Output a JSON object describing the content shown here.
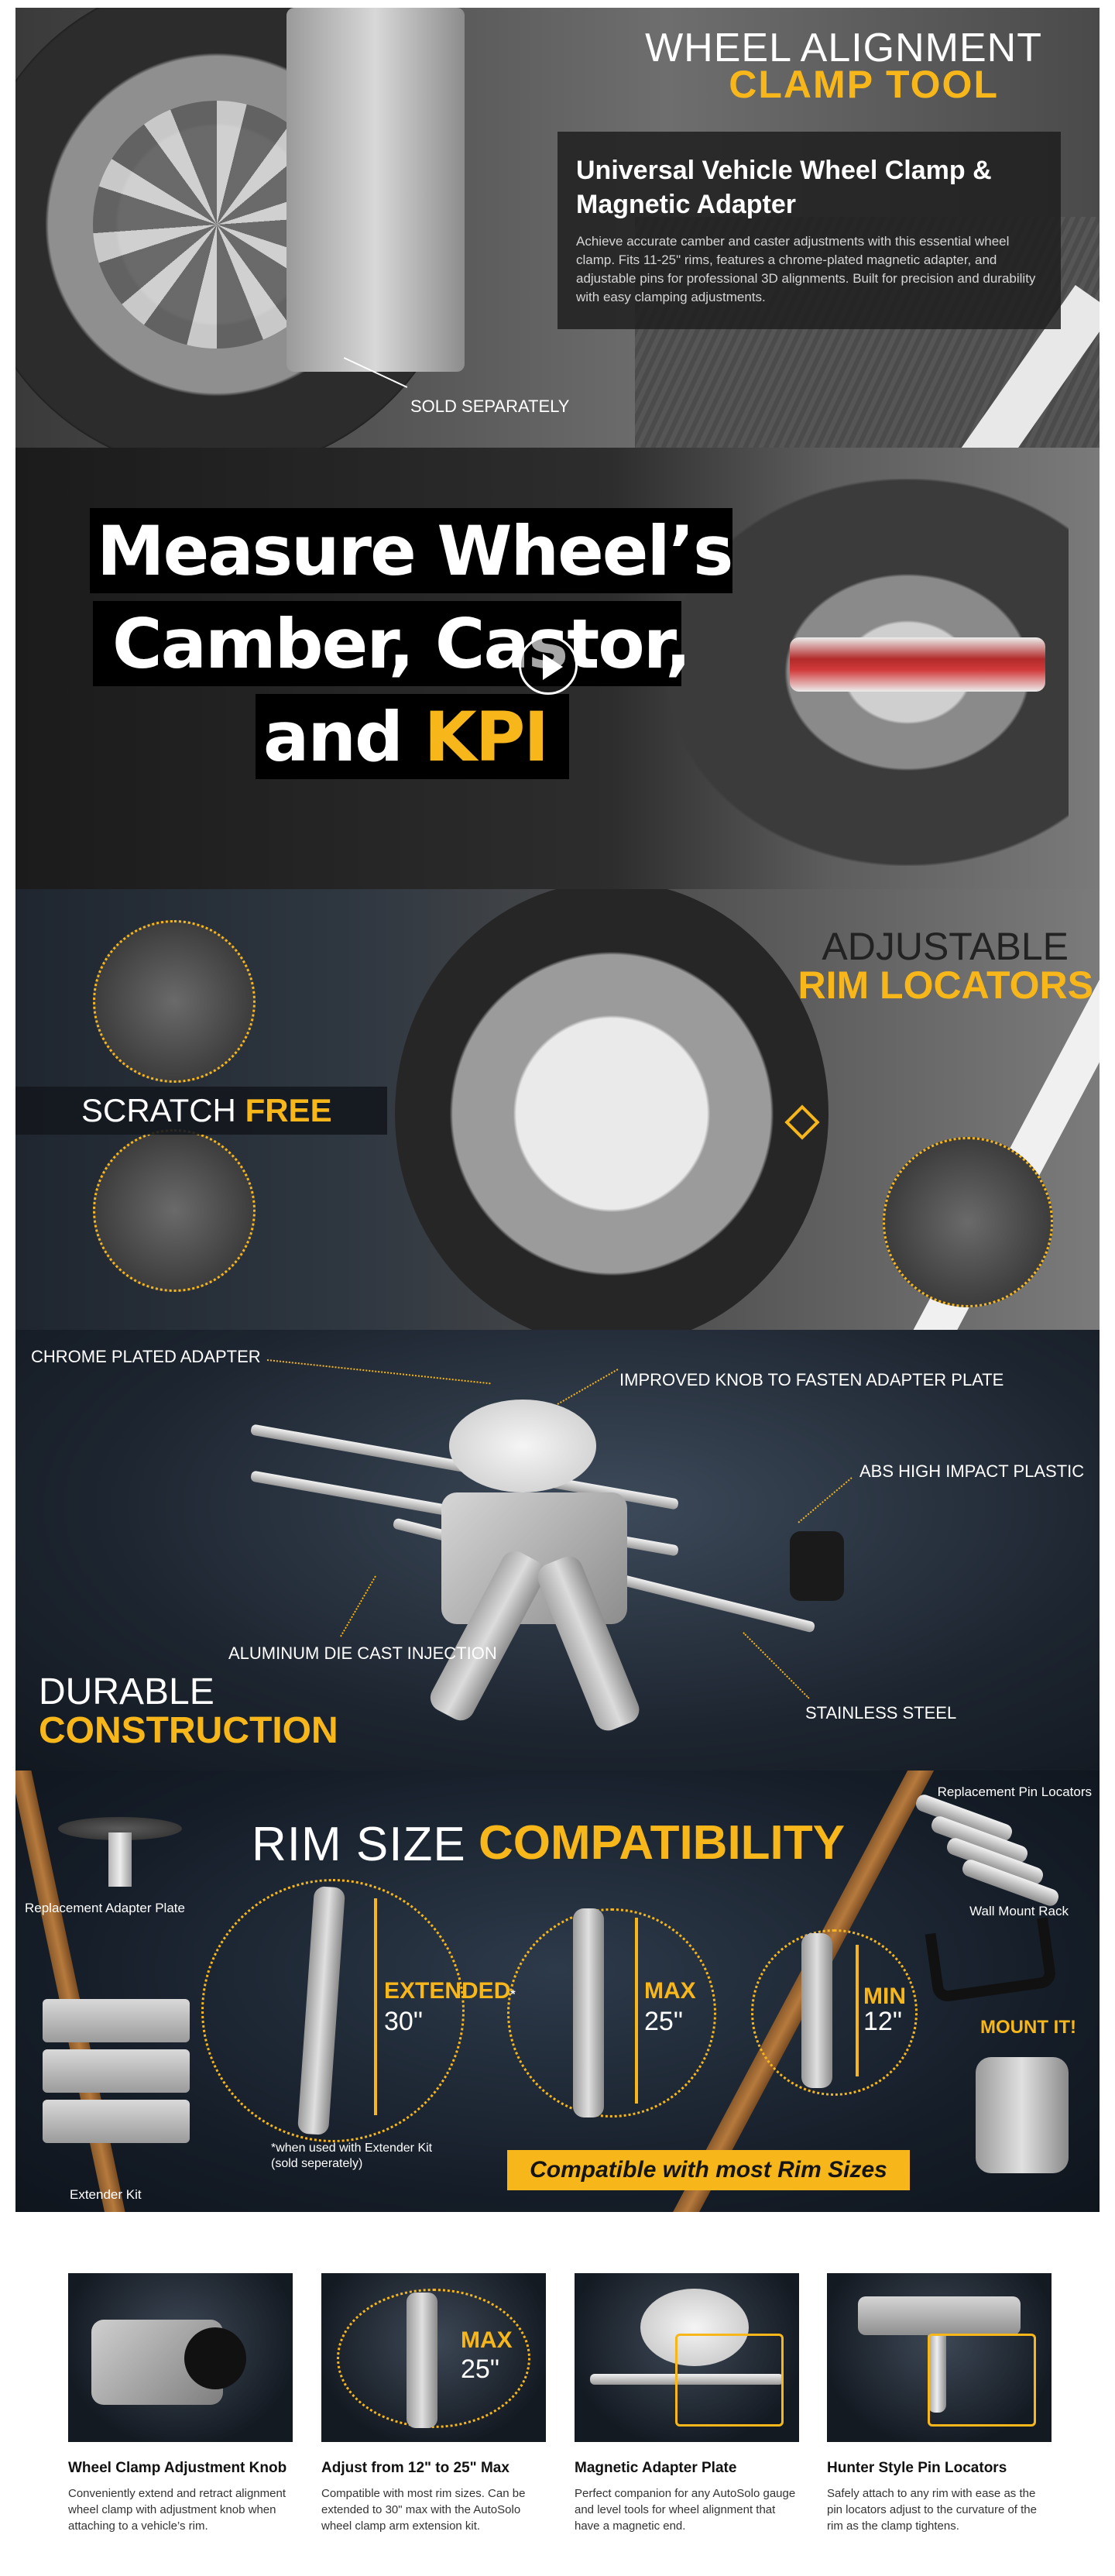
{
  "hero": {
    "title_line1": "WHEEL ALIGNMENT",
    "title_line2": "CLAMP TOOL",
    "heading": "Universal Vehicle Wheel Clamp & Magnetic Adapter",
    "description": "Achieve accurate camber and caster adjustments with this essential wheel clamp. Fits 11-25\" rims, features a chrome-plated magnetic adapter, and adjustable pins for professional 3D alignments. Built for precision and durability with easy clamping adjustments.",
    "sold_label": "SOLD SEPARATELY"
  },
  "video": {
    "line1": "Measure Wheel’s",
    "line2": "Camber, Castor,",
    "line3_white": "and ",
    "line3_yellow": "KPI",
    "play_icon": "play-icon"
  },
  "locators": {
    "scratch_white": "SCRATCH ",
    "scratch_yellow": "FREE",
    "adjustable": "ADJUSTABLE",
    "rim_locators": "RIM LOCATORS"
  },
  "construction": {
    "labels": {
      "chrome": "CHROME PLATED ADAPTER",
      "knob": "IMPROVED KNOB TO FASTEN ADAPTER PLATE",
      "abs": "ABS HIGH IMPACT PLASTIC",
      "aluminum": "ALUMINUM DIE CAST INJECTION",
      "steel": "STAINLESS STEEL"
    },
    "durable": "DURABLE",
    "construction": "CONSTRUCTION"
  },
  "rimsize": {
    "title_white": "RIM SIZE ",
    "title_yellow": "COMPATIBILITY",
    "replacement_plate": "Replacement Adapter Plate",
    "extender_kit": "Extender Kit",
    "pin_locators": "Replacement Pin Locators",
    "wall_mount": "Wall Mount Rack",
    "mount_it": "MOUNT IT!",
    "extended_label": "EXTENDED",
    "extended_star": "*",
    "extended_size": "30\"",
    "max_label": "MAX",
    "max_size": "25\"",
    "min_label": "MIN",
    "min_size": "12\"",
    "footnote": "*when used with Extender Kit (sold seperately)",
    "compat_banner": "Compatible with most Rim Sizes"
  },
  "features": [
    {
      "title": "Wheel Clamp Adjustment Knob",
      "body": "Conveniently extend and retract alignment wheel clamp with adjustment knob when attaching to a vehicle’s rim."
    },
    {
      "title": "Adjust from 12\" to 25\" Max",
      "body": "Compatible with most rim sizes. Can be extended to 30\" max with the AutoSolo wheel clamp arm extension kit.",
      "thumb_label": "MAX",
      "thumb_size": "25\""
    },
    {
      "title": "Magnetic Adapter Plate",
      "body": "Perfect companion for any AutoSolo gauge and level tools for wheel alignment that have a magnetic end."
    },
    {
      "title": "Hunter Style Pin Locators",
      "body": "Safely attach to any rim with ease as the pin locators adjust to the curvature of the rim as the clamp tightens."
    }
  ],
  "colors": {
    "accent": "#f7b71a",
    "panel_dark": "#151d28"
  }
}
